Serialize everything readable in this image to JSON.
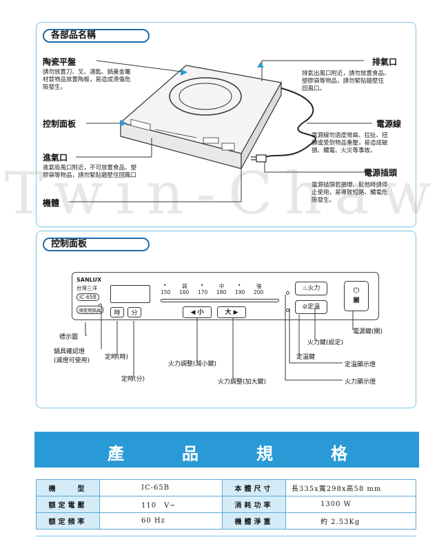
{
  "parts_section": {
    "title": "各部品名稱",
    "labels": {
      "ceramic_plate": "陶瓷平盤",
      "control_panel": "控制面板",
      "air_inlet": "進氣口",
      "body": "機體",
      "exhaust": "排氣口",
      "power_cord": "電源線",
      "plug": "電源插頭"
    },
    "descriptions": {
      "ceramic_plate": [
        "請勿放置刀、叉、湯匙、鍋蓋金屬",
        "材質物品放置陶板，易造成燙傷危",
        "險發生。"
      ],
      "air_inlet": [
        "進氣吸風口附近，不可放置食品、塑",
        "膠袋等物品，請勿緊貼牆壁住回風口"
      ],
      "exhaust": [
        "排氣出風口附近，請勿放置食品、",
        "塑膠袋等物品，請勿緊貼牆壁住",
        "回風口。"
      ],
      "power_cord": [
        "電源線勿過度彎曲、拉扯、扭",
        "轉或受到物品重壓，易造成破",
        "損、觸電、火災等事故。"
      ],
      "plug": [
        "電源插頭若損壞、鬆弛時請停",
        "止使用，易導致短路、觸電危",
        "險發生。"
      ]
    }
  },
  "watermark": "Twin-Chaw",
  "control_section": {
    "title": "控制面板",
    "brand": "SANLUX",
    "brand_sub": "台灣三洋",
    "model_badge": "IC-65B",
    "pot_badge": "請使用鍋具",
    "temps": [
      "150",
      "160",
      "170",
      "180",
      "190",
      "200"
    ],
    "temp_marks": [
      "•",
      "弱",
      "•",
      "中",
      "•",
      "強"
    ],
    "btn_timer_hour": "時",
    "btn_timer_min": "分",
    "btn_down": "◀ 小",
    "btn_up": "大 ▶",
    "btn_power_level": "火力",
    "btn_temp": "定溫",
    "btn_off": "關",
    "callouts": {
      "indicator": "標示圖",
      "pot_light_1": "鍋具確認燈",
      "pot_light_2": "(滅燈可使用)",
      "timer_hour": "定時(時)",
      "timer_min": "定時(分)",
      "power_down": "火力調整(減小鍵)",
      "power_up": "火力調整(加大鍵)",
      "power_key": "火力鍵(設定)",
      "temp_key": "定溫鍵",
      "temp_light": "定溫顯示燈",
      "power_light": "火力顯示燈",
      "off_key": "電源鍵(關)"
    }
  },
  "spec_section": {
    "title_chars": [
      "產",
      "品",
      "規",
      "格"
    ],
    "rows": [
      [
        "機　　型",
        "IC-65B",
        "本體尺寸",
        "長335x寬298x高58 mm"
      ],
      [
        "額定電壓",
        "110　V~",
        "消耗功率",
        "1300 W"
      ],
      [
        "額定頻率",
        "60 Hz",
        "機體淨重",
        "約 2.53Kg"
      ]
    ]
  },
  "colors": {
    "accent": "#2a9ad6",
    "border": "#7cc4e8",
    "table_key_bg": "#d4ecf8"
  }
}
